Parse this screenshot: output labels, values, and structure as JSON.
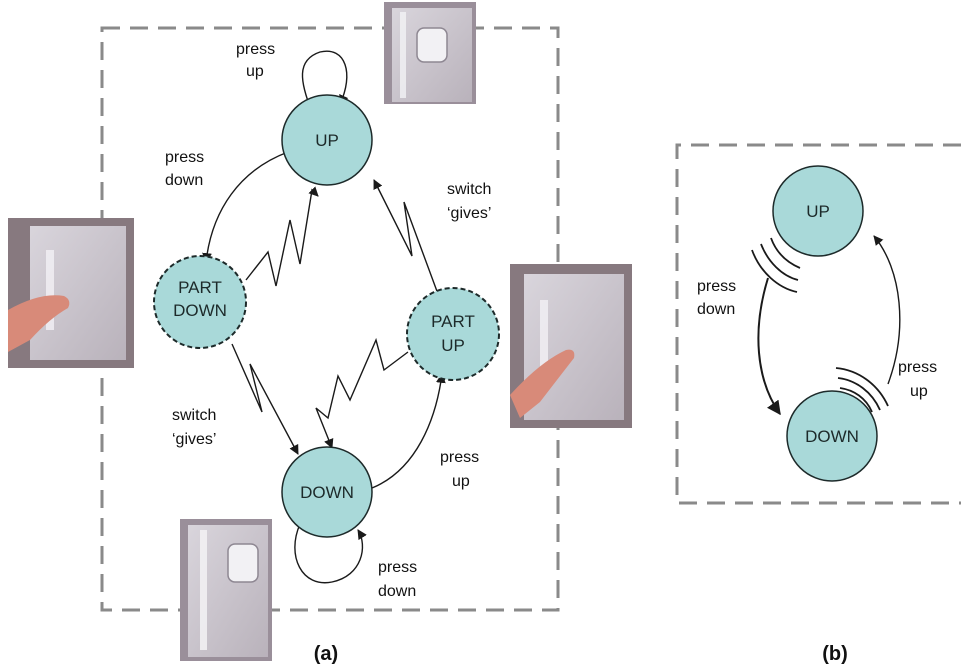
{
  "colors": {
    "node_fill": "#a9d9d9",
    "node_stroke": "#1d2a2a",
    "frame": "#8a8a8a",
    "arrow": "#1a1a1a",
    "photo_wall": "#e4e2e6",
    "photo_bg": "#8b7d8a"
  },
  "panel_a": {
    "caption": "(a)",
    "states": {
      "up": "UP",
      "part_down_1": "PART",
      "part_down_2": "DOWN",
      "part_up_1": "PART",
      "part_up_2": "UP",
      "down": "DOWN"
    },
    "labels": {
      "press_up_top_1": "press",
      "press_up_top_2": "up",
      "press_down_left_1": "press",
      "press_down_left_2": "down",
      "switch_gives_right_1": "switch",
      "switch_gives_right_2": "‘gives’",
      "switch_gives_left_1": "switch",
      "switch_gives_left_2": "‘gives’",
      "press_up_right_1": "press",
      "press_up_right_2": "up",
      "press_down_bottom_1": "press",
      "press_down_bottom_2": "down"
    }
  },
  "panel_b": {
    "caption": "(b)",
    "states": {
      "up": "UP",
      "down": "DOWN"
    },
    "labels": {
      "press_down_1": "press",
      "press_down_2": "down",
      "press_up_1": "press",
      "press_up_2": "up"
    }
  }
}
